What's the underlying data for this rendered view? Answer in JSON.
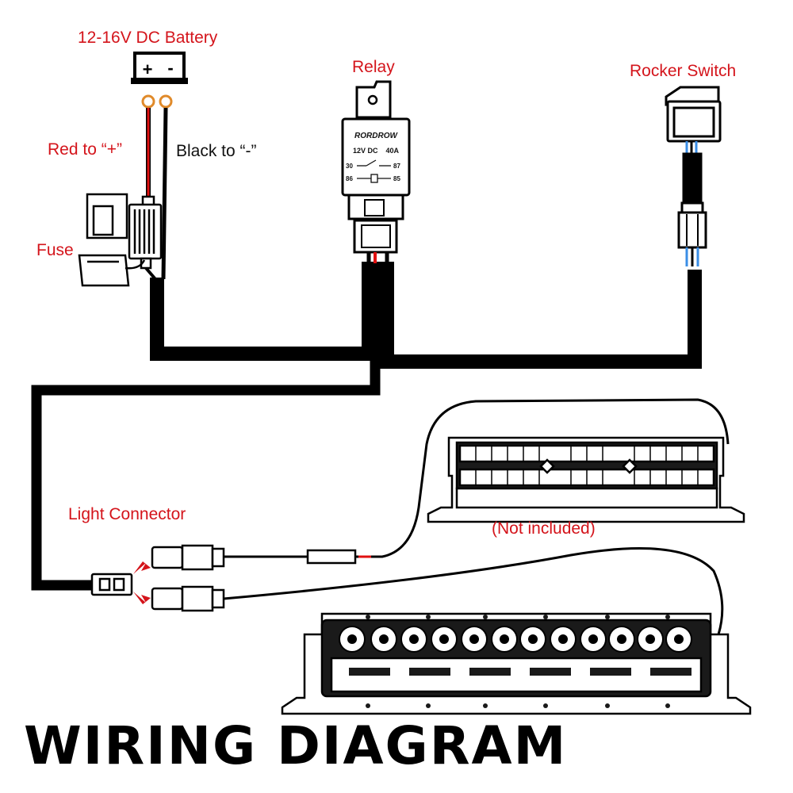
{
  "labels": {
    "battery": "12-16V DC Battery",
    "battery_plus": "+",
    "battery_minus": "-",
    "relay": "Relay",
    "rocker_switch": "Rocker Switch",
    "red_wire": "Red to “+”",
    "black_wire": "Black to “-”",
    "fuse": "Fuse",
    "light_connector": "Light Connector",
    "not_included": "(Not included)"
  },
  "relay": {
    "brand": "RORDROW",
    "rating": "12V DC    40A",
    "pin_30": "30",
    "pin_87": "87",
    "pin_86": "86",
    "pin_85": "85"
  },
  "title": "WIRING DIAGRAM",
  "colors": {
    "label_red": "#d4141b",
    "wire_black": "#000000",
    "wire_red": "#e01010",
    "wire_blue": "#3a8ee6"
  }
}
